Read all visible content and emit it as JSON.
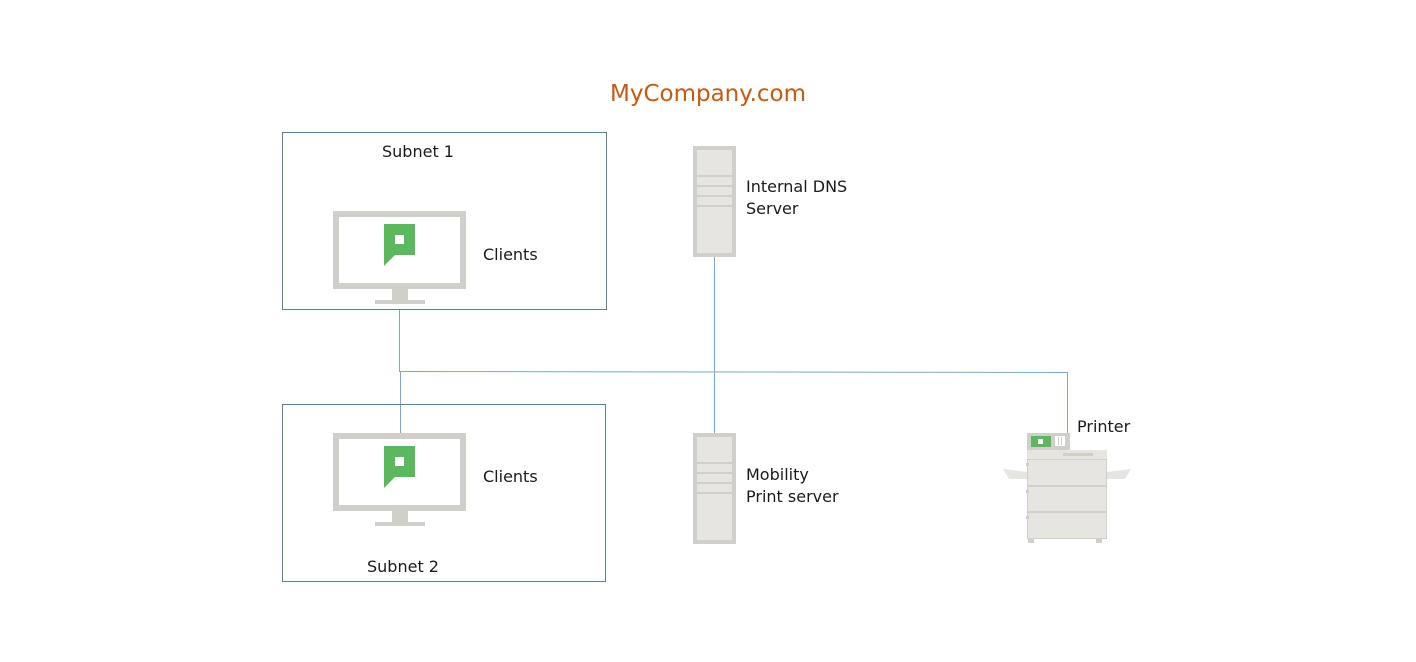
{
  "diagram": {
    "title": "MyCompany.com",
    "colors": {
      "title": "#c55a11",
      "link": "#7fa9c9",
      "box_border": "#5f7f98",
      "device_gray": "#d0cfca",
      "device_light": "#e6e5e1",
      "brand_green": "#5cb85c"
    },
    "subnets": [
      {
        "label": "Subnet 1",
        "device_label": "Clients",
        "device_icon": "monitor-with-papercut-logo-icon"
      },
      {
        "label": "Subnet 2",
        "device_label": "Clients",
        "device_icon": "monitor-with-papercut-logo-icon"
      }
    ],
    "servers": [
      {
        "label_line1": "Internal DNS",
        "label_line2": "Server",
        "icon": "server-tower-icon"
      },
      {
        "label_line1": "Mobility",
        "label_line2": "Print server",
        "icon": "server-tower-icon"
      }
    ],
    "printer": {
      "label": "Printer",
      "icon": "multifunction-printer-icon"
    }
  }
}
